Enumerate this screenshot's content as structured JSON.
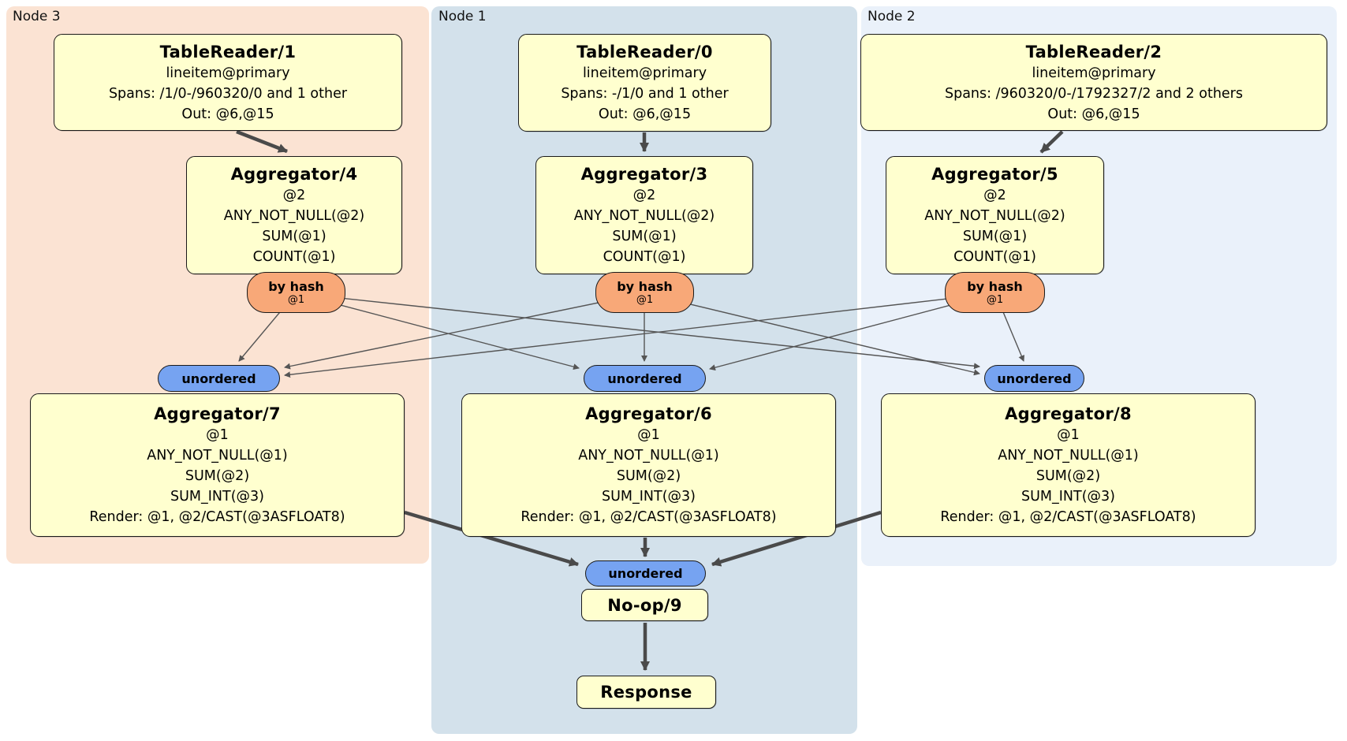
{
  "diagram_type": "distsql-plan",
  "colors": {
    "node3-bg": "#fbe3d3",
    "node1-bg": "#d3e1eb",
    "node2-bg": "#eaf1fa",
    "box-bg": "#ffffcf",
    "router-bg": "#f8a878",
    "sync-bg": "#76a3f1",
    "edge-thin": "#555555",
    "edge-thick": "#4a4a4a",
    "border": "#1a1a1a"
  },
  "regions": {
    "node3": {
      "label": "Node 3"
    },
    "node1": {
      "label": "Node 1"
    },
    "node2": {
      "label": "Node 2"
    }
  },
  "boxes": {
    "tr1": {
      "title": "TableReader/1",
      "lines": [
        "lineitem@primary",
        "Spans: /1/0-/960320/0 and 1 other",
        "Out: @6,@15"
      ]
    },
    "tr0": {
      "title": "TableReader/0",
      "lines": [
        "lineitem@primary",
        "Spans: -/1/0 and 1 other",
        "Out: @6,@15"
      ]
    },
    "tr2": {
      "title": "TableReader/2",
      "lines": [
        "lineitem@primary",
        "Spans: /960320/0-/1792327/2 and 2 others",
        "Out: @6,@15"
      ]
    },
    "agg4": {
      "title": "Aggregator/4",
      "lines": [
        "@2",
        "ANY_NOT_NULL(@2)",
        "SUM(@1)",
        "COUNT(@1)"
      ]
    },
    "agg3": {
      "title": "Aggregator/3",
      "lines": [
        "@2",
        "ANY_NOT_NULL(@2)",
        "SUM(@1)",
        "COUNT(@1)"
      ]
    },
    "agg5": {
      "title": "Aggregator/5",
      "lines": [
        "@2",
        "ANY_NOT_NULL(@2)",
        "SUM(@1)",
        "COUNT(@1)"
      ]
    },
    "agg7": {
      "title": "Aggregator/7",
      "lines": [
        "@1",
        "ANY_NOT_NULL(@1)",
        "SUM(@2)",
        "SUM_INT(@3)",
        "Render: @1, @2/CAST(@3ASFLOAT8)"
      ]
    },
    "agg6": {
      "title": "Aggregator/6",
      "lines": [
        "@1",
        "ANY_NOT_NULL(@1)",
        "SUM(@2)",
        "SUM_INT(@3)",
        "Render: @1, @2/CAST(@3ASFLOAT8)"
      ]
    },
    "agg8": {
      "title": "Aggregator/8",
      "lines": [
        "@1",
        "ANY_NOT_NULL(@1)",
        "SUM(@2)",
        "SUM_INT(@3)",
        "Render: @1, @2/CAST(@3ASFLOAT8)"
      ]
    },
    "noop": {
      "title": "No-op/9"
    },
    "resp": {
      "title": "Response"
    }
  },
  "routers": {
    "r4": {
      "label": "by hash",
      "sub": "@1"
    },
    "r3": {
      "label": "by hash",
      "sub": "@1"
    },
    "r5": {
      "label": "by hash",
      "sub": "@1"
    }
  },
  "syncs": {
    "s7": {
      "label": "unordered"
    },
    "s6": {
      "label": "unordered"
    },
    "s8": {
      "label": "unordered"
    },
    "s9": {
      "label": "unordered"
    }
  },
  "edges": [
    {
      "from": "TableReader/1",
      "to": "Aggregator/4",
      "style": "thick"
    },
    {
      "from": "TableReader/0",
      "to": "Aggregator/3",
      "style": "thick"
    },
    {
      "from": "TableReader/2",
      "to": "Aggregator/5",
      "style": "thick"
    },
    {
      "from": "Aggregator/4 by hash",
      "to": "unordered Aggregator/7",
      "style": "thin"
    },
    {
      "from": "Aggregator/4 by hash",
      "to": "unordered Aggregator/6",
      "style": "thin"
    },
    {
      "from": "Aggregator/4 by hash",
      "to": "unordered Aggregator/8",
      "style": "thin"
    },
    {
      "from": "Aggregator/3 by hash",
      "to": "unordered Aggregator/7",
      "style": "thin"
    },
    {
      "from": "Aggregator/3 by hash",
      "to": "unordered Aggregator/6",
      "style": "thin"
    },
    {
      "from": "Aggregator/3 by hash",
      "to": "unordered Aggregator/8",
      "style": "thin"
    },
    {
      "from": "Aggregator/5 by hash",
      "to": "unordered Aggregator/7",
      "style": "thin"
    },
    {
      "from": "Aggregator/5 by hash",
      "to": "unordered Aggregator/6",
      "style": "thin"
    },
    {
      "from": "Aggregator/5 by hash",
      "to": "unordered Aggregator/8",
      "style": "thin"
    },
    {
      "from": "Aggregator/7",
      "to": "unordered No-op/9",
      "style": "thick"
    },
    {
      "from": "Aggregator/6",
      "to": "unordered No-op/9",
      "style": "thick"
    },
    {
      "from": "Aggregator/8",
      "to": "unordered No-op/9",
      "style": "thick"
    },
    {
      "from": "No-op/9",
      "to": "Response",
      "style": "thick"
    }
  ]
}
